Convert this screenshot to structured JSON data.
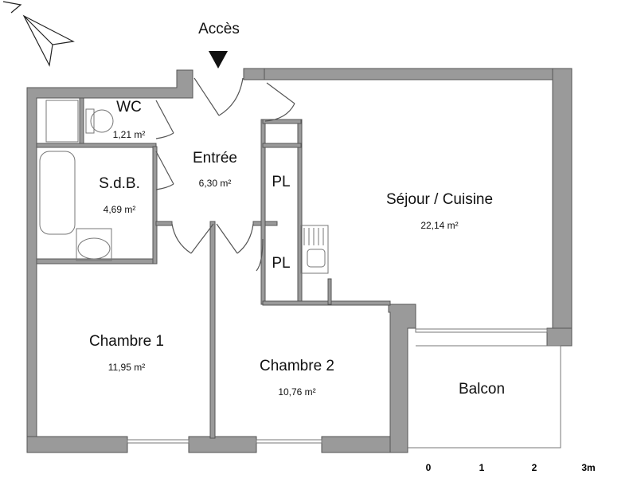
{
  "plan": {
    "access_label": "Accès",
    "rooms": [
      {
        "name": "WC",
        "area": "1,21 m²"
      },
      {
        "name": "Entrée",
        "area": "6,30 m²"
      },
      {
        "name": "S.d.B.",
        "area": "4,69 m²"
      },
      {
        "name": "PL",
        "area": ""
      },
      {
        "name": "PL",
        "area": ""
      },
      {
        "name": "Séjour / Cuisine",
        "area": "22,14 m²"
      },
      {
        "name": "Chambre 1",
        "area": "11,95 m²"
      },
      {
        "name": "Chambre 2",
        "area": "10,76 m²"
      },
      {
        "name": "Balcon",
        "area": ""
      }
    ],
    "scale": [
      "0",
      "1",
      "2",
      "3m"
    ],
    "colors": {
      "wall": "#9a9a9a",
      "outline": "#555555",
      "background": "#ffffff"
    }
  }
}
